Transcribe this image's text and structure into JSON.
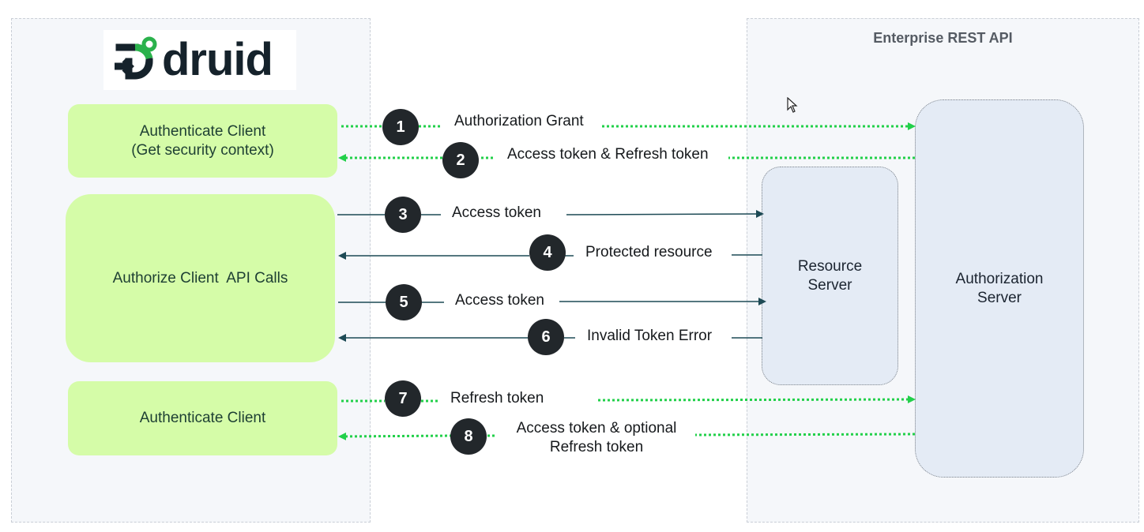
{
  "left_panel": {},
  "right_panel": {
    "title": "Enterprise REST API"
  },
  "logo": {
    "text": "druid"
  },
  "client_boxes": {
    "authenticate_client_1": {
      "line1": "Authenticate Client",
      "line2": "(Get security context)"
    },
    "authorize_api_calls": {
      "label": "Authorize Client  API Calls"
    },
    "authenticate_client_2": {
      "label": "Authenticate Client"
    }
  },
  "servers": {
    "resource_server": {
      "line1": "Resource",
      "line2": "Server"
    },
    "authorization_server": {
      "line1": "Authorization",
      "line2": "Server"
    }
  },
  "steps": [
    {
      "number": "1",
      "label": "Authorization Grant",
      "style": "dotted",
      "direction": "to-server"
    },
    {
      "number": "2",
      "label": "Access token & Refresh token",
      "style": "dotted",
      "direction": "to-client"
    },
    {
      "number": "3",
      "label": "Access token",
      "style": "solid",
      "direction": "to-server"
    },
    {
      "number": "4",
      "label": "Protected resource",
      "style": "solid",
      "direction": "to-client"
    },
    {
      "number": "5",
      "label": "Access token",
      "style": "solid",
      "direction": "to-server"
    },
    {
      "number": "6",
      "label": "Invalid Token Error",
      "style": "solid",
      "direction": "to-client"
    },
    {
      "number": "7",
      "label": "Refresh token",
      "style": "dotted",
      "direction": "to-server"
    },
    {
      "number": "8",
      "label_line1": "Access token & optional",
      "label_line2": "Refresh token",
      "style": "dotted",
      "direction": "to-client"
    }
  ],
  "colors": {
    "dotted_flow": "#22d04a",
    "solid_flow": "#1d4a55",
    "client_fill": "#d5fca8",
    "server_fill": "#e4ebf5",
    "badge_fill": "#22272b",
    "logo_green": "#2bb24c"
  },
  "icons": {
    "logo_mark": "druid-logo-icon",
    "cursor": "mouse-pointer-icon"
  }
}
